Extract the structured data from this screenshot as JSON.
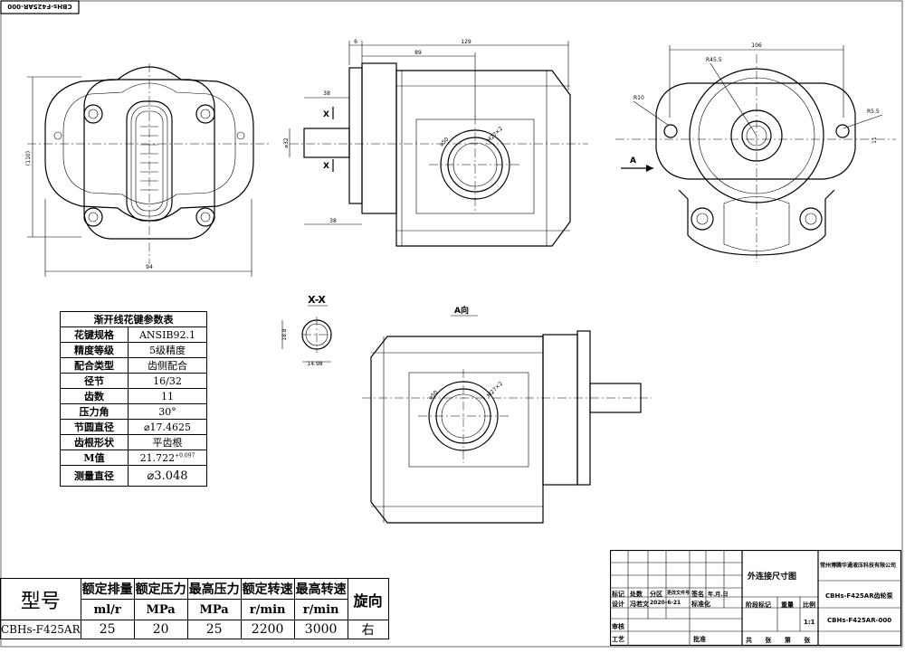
{
  "drawing_number_stamp": "CBHs-F425AR-000",
  "dimensions": {
    "front_width": "94",
    "front_height": "(110)",
    "side_flange": "6",
    "side_overall": "129",
    "side_body": "89",
    "side_shaft_len": "38",
    "side_shaft_diameter": "⌀32",
    "side_pilot_len": "38",
    "port_large": "⌀50",
    "port_thread": "M27×2",
    "rear_width": "106",
    "rear_hub": "R45.5",
    "rear_r10": "R10",
    "rear_r5_5": "R5.5",
    "rear_11": "11",
    "rear_view_arrow": "A",
    "section_xx_height": "18.8",
    "section_xx_width": "14.98",
    "cut_mark": "X"
  },
  "views": {
    "section_label": "X-X",
    "a_view_label": "A向"
  },
  "spline_table": {
    "title": "渐开线花键参数表",
    "rows": [
      {
        "k": "花键规格",
        "v": "ANSIB92.1"
      },
      {
        "k": "精度等级",
        "v": "5级精度"
      },
      {
        "k": "配合类型",
        "v": "齿侧配合"
      },
      {
        "k": "径节",
        "v": "16/32"
      },
      {
        "k": "齿数",
        "v": "11"
      },
      {
        "k": "压力角",
        "v": "30°"
      },
      {
        "k": "节圆直径",
        "v": "⌀17.4625"
      },
      {
        "k": "齿根形状",
        "v": "平齿根"
      },
      {
        "k": "M值",
        "v": "21.722"
      },
      {
        "k": "测量直径",
        "v": "⌀3.048"
      }
    ],
    "m_tolerance": "+0.097"
  },
  "model_table": {
    "title": "型号",
    "headers": [
      "额定排量",
      "额定压力",
      "最高压力",
      "额定转速",
      "最高转速",
      "旋向"
    ],
    "units": [
      "ml/r",
      "MPa",
      "MPa",
      "r/min",
      "r/min"
    ],
    "values": {
      "model": "CBHs-F425AR",
      "displacement": "25",
      "rated_pressure": "20",
      "max_pressure": "25",
      "rated_speed": "2200",
      "max_speed": "3000",
      "rotation": "右"
    }
  },
  "title_block": {
    "drawing_title": "外连接尺寸图",
    "company": "常州博腾华通液压科技有限公司",
    "part_name": "CBHs-F425AR齿轮泵",
    "part_number": "CBHs-F425AR-000",
    "scale_label": "比例",
    "scale": "1:1",
    "stage_label": "阶段标记",
    "weight_label": "重量",
    "row_headers": [
      "标记",
      "处数",
      "分区",
      "更改文件号",
      "签名",
      "年.月.日"
    ],
    "designer_label": "设计",
    "designer": "冯若文",
    "design_date": "2020-6-21",
    "standardize_label": "标准化",
    "review_label": "审核",
    "process_label": "工艺",
    "approve_label": "批准",
    "sheet_text": "共 张 第 张"
  }
}
